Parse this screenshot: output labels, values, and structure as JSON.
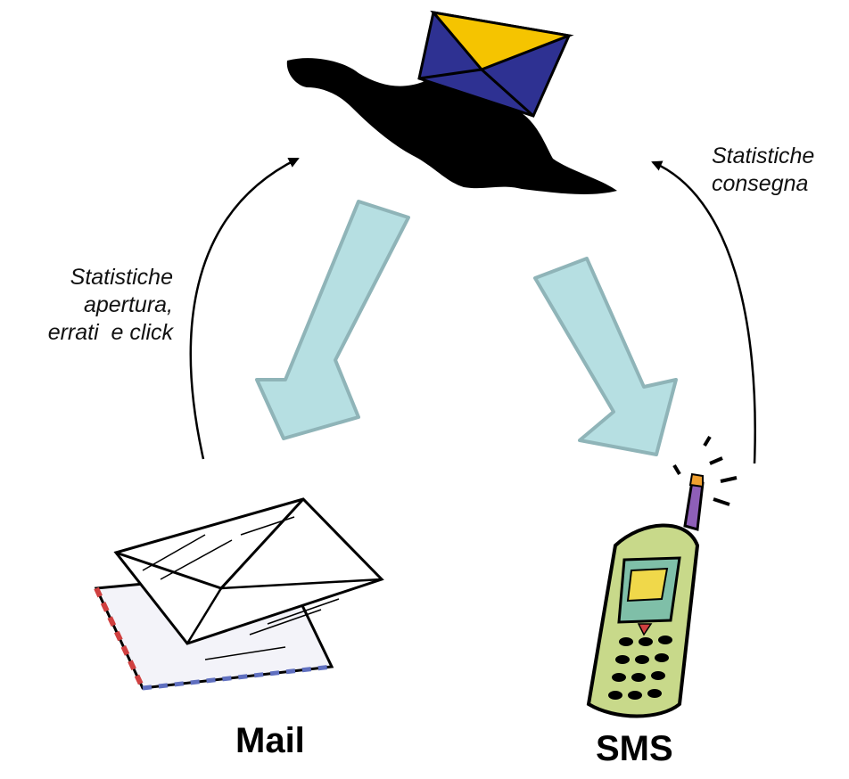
{
  "diagram": {
    "nodes": {
      "sender": {
        "icon": "goose-envelope-icon"
      },
      "mail": {
        "label": "Mail",
        "icon": "envelopes-icon"
      },
      "sms": {
        "label": "SMS",
        "icon": "mobile-phone-icon"
      }
    },
    "edges": {
      "mail_feedback": {
        "lines": [
          "Statistiche",
          "apertura,",
          "errati  e click"
        ]
      },
      "sms_feedback": {
        "lines": [
          "Statistiche",
          "consegna"
        ]
      }
    },
    "colors": {
      "arrow_fill": "#b6dfe2",
      "arrow_stroke": "#8fb4b8",
      "goose": "#000000",
      "envelope_yellow": "#f5c400",
      "envelope_blue": "#2e3192",
      "phone_body": "#c8d98a",
      "phone_screen": "#f0d84a"
    }
  }
}
